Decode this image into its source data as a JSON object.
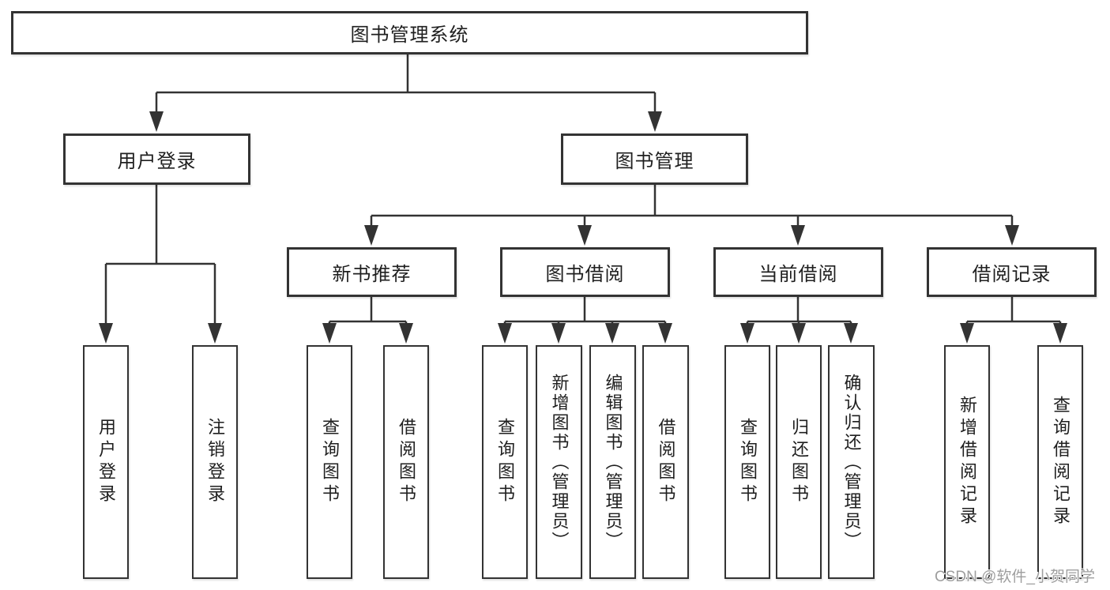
{
  "tree": {
    "root": {
      "label": "图书管理系统"
    },
    "branches": [
      {
        "label": "用户登录",
        "leaves": [
          {
            "label": "用户登录"
          },
          {
            "label": "注销登录"
          }
        ]
      },
      {
        "label": "图书管理",
        "groups": [
          {
            "label": "新书推荐",
            "leaves": [
              {
                "label": "查询图书"
              },
              {
                "label": "借阅图书"
              }
            ]
          },
          {
            "label": "图书借阅",
            "leaves": [
              {
                "label": "查询图书"
              },
              {
                "label": "新增图书（管理员）"
              },
              {
                "label": "编辑图书（管理员）"
              },
              {
                "label": "借阅图书"
              }
            ]
          },
          {
            "label": "当前借阅",
            "leaves": [
              {
                "label": "查询图书"
              },
              {
                "label": "归还图书"
              },
              {
                "label": "确认归还（管理员）"
              }
            ]
          },
          {
            "label": "借阅记录",
            "leaves": [
              {
                "label": "新增借阅记录"
              },
              {
                "label": "查询借阅记录"
              }
            ]
          }
        ]
      }
    ]
  },
  "watermark": {
    "text": "CSDN @软件_小贺同学"
  },
  "colors": {
    "line": "#333333",
    "text": "#1f1f1f",
    "watermark": "#9e9e9e",
    "background": "#ffffff"
  }
}
